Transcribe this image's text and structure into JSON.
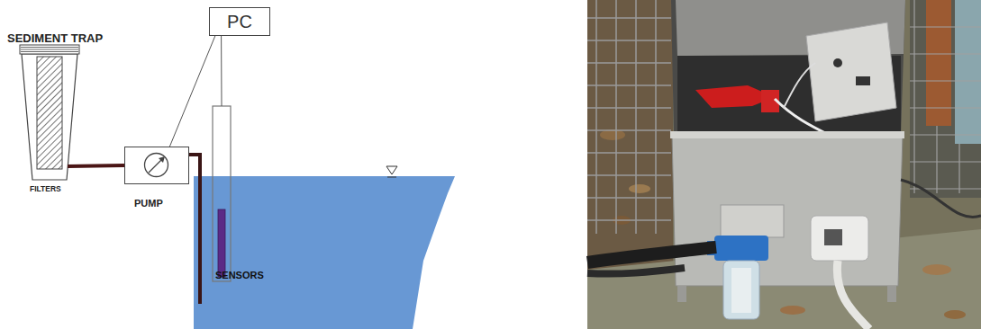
{
  "diagram": {
    "nodes": [
      {
        "text": [
          "PC"
        ]
      },
      {
        "text": [
          "SEDIMENT TRAP",
          "FILTERS"
        ]
      },
      {
        "text": [
          "PUMP"
        ]
      },
      {
        "text": [
          "SENSORS"
        ]
      }
    ],
    "edges": [
      {
        "from": 1,
        "to": 2,
        "arrow": "none"
      },
      {
        "from": 0,
        "to": 2,
        "arrow": "none"
      },
      {
        "from": 0,
        "to": 3,
        "arrow": "none"
      }
    ]
  }
}
